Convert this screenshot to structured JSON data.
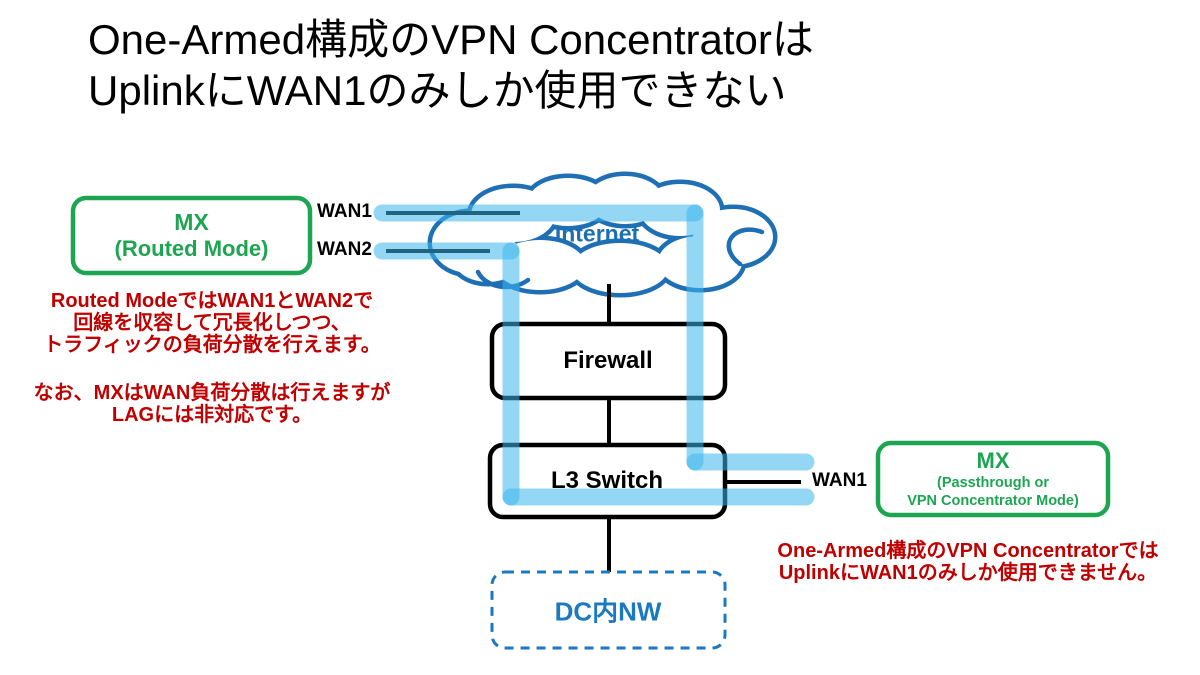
{
  "slide": {
    "title_line1": "One-Armed構成のVPN Concentratorは",
    "title_line2": "UplinkにWAN1のみしか使用できない"
  },
  "diagram": {
    "mx_routed": {
      "name": "MX",
      "mode": "(Routed Mode)"
    },
    "internet_label": "Internet",
    "firewall_label": "Firewall",
    "l3_switch_label": "L3 Switch",
    "dc_nw_label": "DC内NW",
    "mx_concentrator": {
      "name": "MX",
      "mode_line1": "(Passthrough or",
      "mode_line2": "VPN Concentrator Mode)"
    },
    "port_labels": {
      "wan1_left": "WAN1",
      "wan2_left": "WAN2",
      "wan1_right": "WAN1"
    }
  },
  "notes": {
    "left_paragraph1": [
      "Routed ModeではWAN1とWAN2で",
      "回線を収容して冗長化しつつ、",
      "トラフィックの負荷分散を行えます。"
    ],
    "left_paragraph2": [
      "なお、MXはWAN負荷分散は行えますが",
      "LAGには非対応です。"
    ],
    "right": [
      "One-Armed構成のVPN Concentratorでは",
      "UplinkにWAN1のみしか使用できません。"
    ]
  },
  "colors": {
    "accent_green": "#1ea552",
    "note_red": "#c00000",
    "cloud_blue": "#1f6fb5",
    "internet_text_blue": "#1c6fb0",
    "dc_blue": "#1a79c0",
    "traffic_band_blue": "#3db6ec",
    "line_black": "#000000"
  }
}
